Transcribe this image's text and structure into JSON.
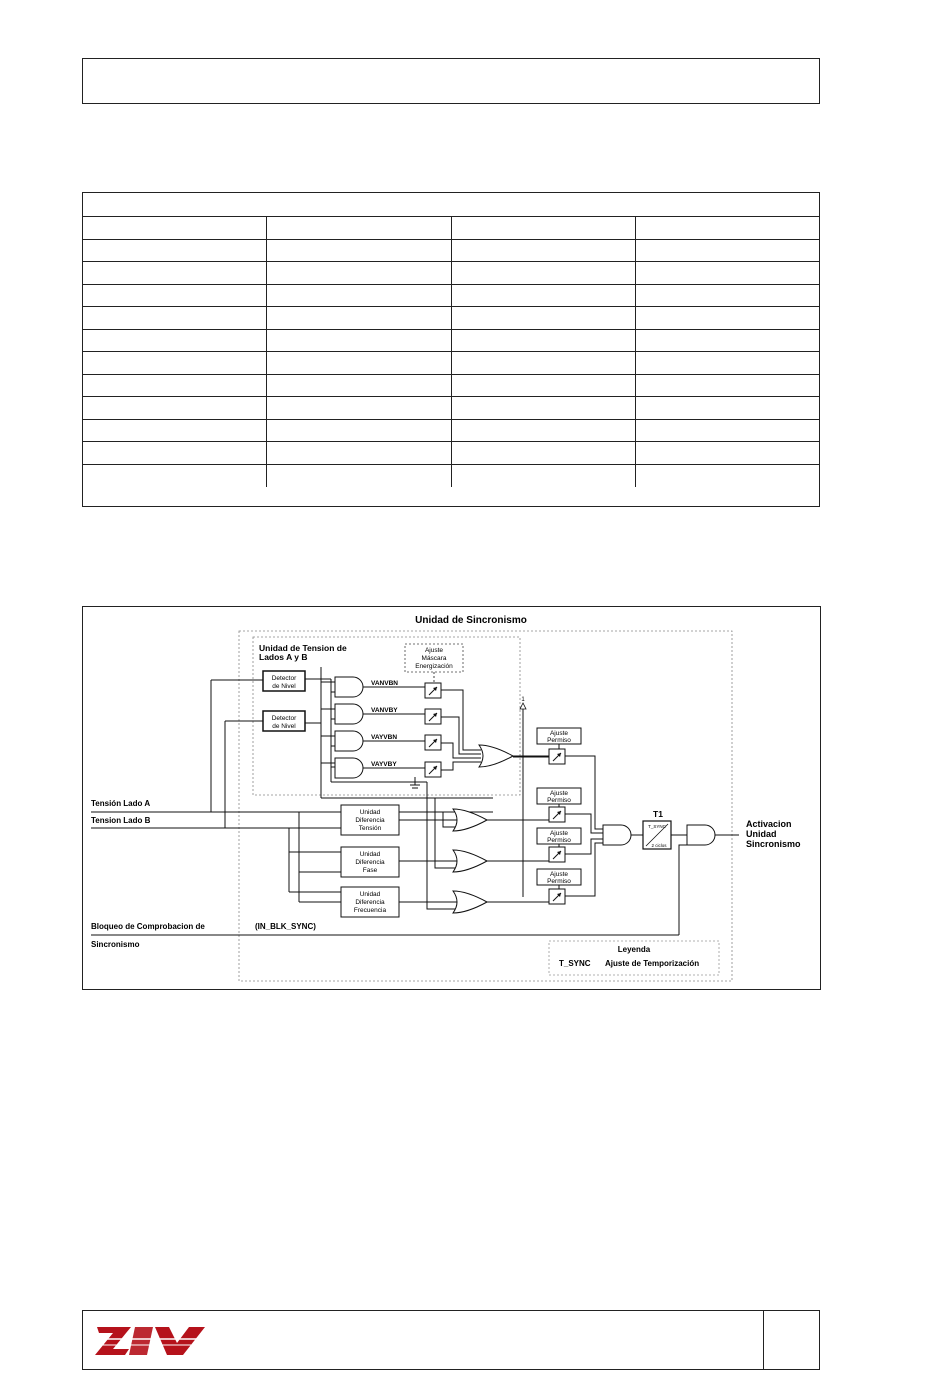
{
  "diagram": {
    "title": "Unidad de Sincronismo",
    "voltage_unit_title_1": "Unidad de Tension de",
    "voltage_unit_title_2": "Lados A y B",
    "mask_setting": [
      "Ajuste",
      "Máscara",
      "Energización"
    ],
    "level_detector": [
      "Detector",
      "de Nivel"
    ],
    "gate_labels": [
      "VANVBN",
      "VANVBY",
      "VAYVBN",
      "VAYVBY"
    ],
    "permit_setting": [
      "Ajuste",
      "Permiso"
    ],
    "diff_units": [
      [
        "Unidad",
        "Diferencia",
        "Tensión"
      ],
      [
        "Unidad",
        "Diferencia",
        "Fase"
      ],
      [
        "Unidad",
        "Diferencia",
        "Frecuencia"
      ]
    ],
    "input_a": "Tensión Lado A",
    "input_b": "Tension Lado B",
    "block_input_1": "Bloqueo de Comprobacion de",
    "block_input_2": "Sincronismo",
    "block_signal": "(IN_BLK_SYNC)",
    "timer_name": "T1",
    "timer_setting": "T_SYNC",
    "timer_cycles": "2 ciclos",
    "constant_one": "1",
    "output": [
      "Activacion",
      "Unidad",
      "Sincronismo"
    ],
    "legend_title": "Leyenda",
    "legend_key": "T_SYNC",
    "legend_value": "Ajuste de Temporización"
  },
  "colors": {
    "logo_red": "#b5121b",
    "line": "#111111"
  }
}
